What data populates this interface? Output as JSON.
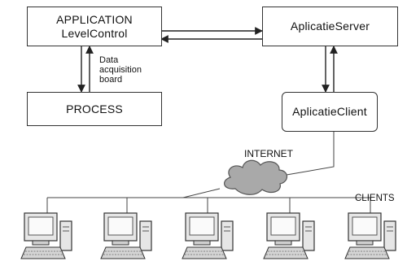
{
  "boxes": {
    "application_line1": "APPLICATION",
    "application_line2": "LevelControl",
    "process": "PROCESS",
    "server": "AplicatieServer",
    "client": "AplicatieClient"
  },
  "labels": {
    "daq_line1": "Data",
    "daq_line2": "acquisition",
    "daq_line3": "board",
    "internet": "INTERNET",
    "clients": "CLIENTS"
  },
  "colors": {
    "stroke": "#333333",
    "cloud_fill": "#a9a9a9"
  },
  "icons": {
    "computer": "desktop-computer-icon",
    "cloud": "cloud-icon"
  }
}
